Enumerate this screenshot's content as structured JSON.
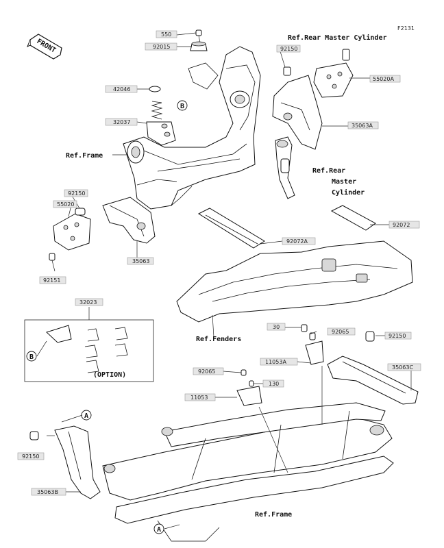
{
  "figure_id": "F2131",
  "front_label": "FRONT",
  "option_label": "(OPTION)",
  "callout_letters": [
    "A",
    "B"
  ],
  "references": [
    {
      "id": "ref-frame-top",
      "text": "Ref.Frame"
    },
    {
      "id": "ref-rear-master-top",
      "text": "Ref.Rear Master Cylinder"
    },
    {
      "id": "ref-rear-master-mid-1",
      "text": "Ref.Rear"
    },
    {
      "id": "ref-rear-master-mid-2",
      "text": "Master"
    },
    {
      "id": "ref-rear-master-mid-3",
      "text": "Cylinder"
    },
    {
      "id": "ref-fenders",
      "text": "Ref.Fenders"
    },
    {
      "id": "ref-frame-bottom",
      "text": "Ref.Frame"
    }
  ],
  "part_labels": [
    "550",
    "92015",
    "92150",
    "55020A",
    "42046",
    "32037",
    "35063A",
    "92150",
    "55020",
    "35063",
    "92151",
    "92072",
    "92072A",
    "32023",
    "30",
    "92065",
    "92150",
    "11053A",
    "35063C",
    "92065",
    "130",
    "11053",
    "92150",
    "35063B"
  ]
}
